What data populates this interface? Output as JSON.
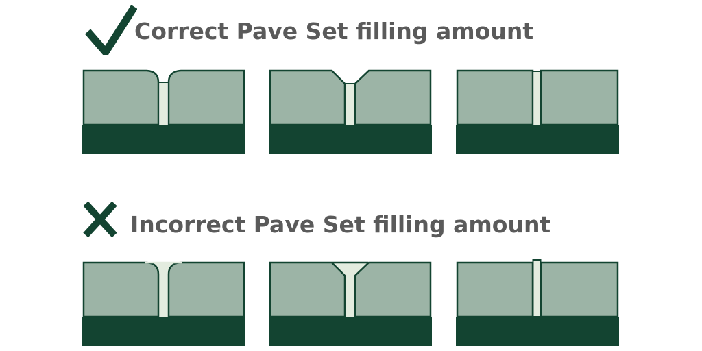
{
  "colors": {
    "stone": "#9cb4a6",
    "setting_base": "#134431",
    "outline": "#134431",
    "filling": "#e3ecdf",
    "heading_text": "#5a5a5a",
    "mark": "#134431"
  },
  "correct_section": {
    "icon": "checkmark-icon",
    "heading": "Correct Pave Set filling amount",
    "diagrams": [
      {
        "gap_shape": "rounded-gap",
        "filling_level": "flush"
      },
      {
        "gap_shape": "v-groove",
        "filling_level": "flush"
      },
      {
        "gap_shape": "straight-gap",
        "filling_level": "flush"
      }
    ]
  },
  "incorrect_section": {
    "icon": "cross-icon",
    "heading": "Incorrect Pave Set filling amount",
    "diagrams": [
      {
        "gap_shape": "rounded-gap",
        "filling_level": "overfilled"
      },
      {
        "gap_shape": "v-groove",
        "filling_level": "overfilled"
      },
      {
        "gap_shape": "straight-gap",
        "filling_level": "overfilled"
      }
    ]
  }
}
